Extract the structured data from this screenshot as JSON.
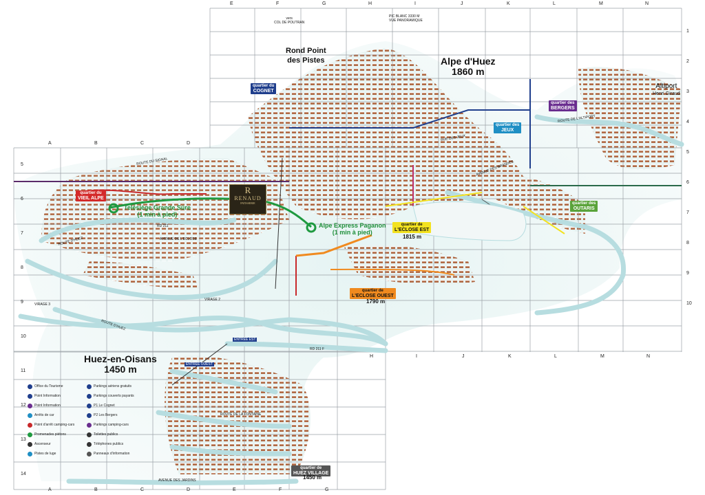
{
  "map": {
    "places": {
      "alpe_dhuez": {
        "name": "Alpe d'Huez",
        "alt": "1860 m"
      },
      "huez_en_oisans": {
        "name": "Huez-en-Oisans",
        "alt": "1450 m"
      },
      "rond_point": {
        "line1": "Rond Point",
        "line2": "des Pistes"
      },
      "altiport": {
        "name": "Altiport",
        "sub": "Henri Giraud"
      }
    },
    "lifts": {
      "telesiege": {
        "line1": "Telésiège Grande Sûre",
        "line2": "(1 min à pied)"
      },
      "alpe_express": {
        "line1": "Alpe Express Paganon",
        "line2": "(1 min à pied)"
      }
    },
    "quartiers": [
      {
        "id": "cognet",
        "small": "quartier du",
        "name": "COGNET",
        "color": "#1f3e8c"
      },
      {
        "id": "bergers",
        "small": "quartier des",
        "name": "BERGERS",
        "color": "#6a2d8f"
      },
      {
        "id": "jeux",
        "small": "quartier des",
        "name": "JEUX",
        "color": "#1f8fc4"
      },
      {
        "id": "vieil_alpe",
        "small": "quartier du",
        "name": "VIEIL ALPE",
        "color": "#d42a2a"
      },
      {
        "id": "outaris",
        "small": "quartier des",
        "name": "OUTARIS",
        "color": "#5aa33a"
      },
      {
        "id": "eclose_est",
        "small": "quartier de",
        "name": "L'ECLOSE EST",
        "color": "#f3e21f"
      },
      {
        "id": "eclose_ouest",
        "small": "quartier de",
        "name": "L'ECLOSE OUEST",
        "color": "#f08a1f"
      },
      {
        "id": "huez_village",
        "small": "quartier de",
        "name": "HUEZ VILLAGE",
        "color": "#555555"
      }
    ],
    "altitudes": {
      "eclose_est": "1815 m",
      "eclose_ouest": "1790 m",
      "huez_village": "1450 m"
    },
    "pic_blanc": {
      "line1": "PIC BLANC 3330 M",
      "line2": "VUE PANORAMIQUE"
    },
    "col": {
      "line1": "vers",
      "line2": "COL DE POUTRAN"
    },
    "roads": {
      "signal": "ROUTE DU SIGNAL",
      "huez1": "ROUTE D'HUEZ",
      "huez2": "ROUTE D'HUEZ",
      "eclose": "AVENUE DE L'ECLOSE",
      "rd211": "RD 211",
      "rd211b": "RD 211 F",
      "jardins": "AVENUE DES JARDINS",
      "altiport": "ROUTE DE L'ALTIPORT",
      "brandes": "AVENUE DES BRANDES",
      "fontaine": "ROUTE DE LA FONTAINE",
      "jeux": "RUE DES JEUX"
    },
    "virages": {
      "v2": "VIRAGE 2",
      "v3": "VIRAGE 3"
    },
    "entrees": {
      "est": "ENTRÉE EST",
      "ouest": "ENTRÉE OUEST"
    },
    "logo": {
      "initial": "R",
      "name": "RENAUD",
      "sub": "PATISSERIE"
    },
    "grid": {
      "cols_top": [
        "E",
        "F",
        "G",
        "H",
        "I",
        "J",
        "K",
        "L",
        "M",
        "N"
      ],
      "cols_mid": [
        "A",
        "B",
        "C",
        "D"
      ],
      "cols_low": [
        "H",
        "I",
        "J",
        "K",
        "L",
        "M",
        "N"
      ],
      "cols_bottom": [
        "A",
        "B",
        "C",
        "D",
        "E",
        "F",
        "G"
      ],
      "rows_right": [
        "1",
        "2",
        "3",
        "4",
        "5",
        "6",
        "7",
        "8",
        "9",
        "10"
      ],
      "rows_left": [
        "5",
        "6",
        "7",
        "8",
        "9",
        "10",
        "11",
        "12",
        "13",
        "14"
      ]
    },
    "legend": {
      "col1": [
        "Office du Tourisme",
        "Point Information",
        "Point Information",
        "Arrêts de car",
        "Point d'arrêt camping-cars",
        "Promenades piétons",
        "Ascenseur",
        "Pistes de luge"
      ],
      "col2": [
        "Parkings aériens gratuits",
        "Parkings couverts payants",
        "P1 Le Cognet",
        "P2 Les Bergers",
        "Parkings camping-cars",
        "Toilettes publics",
        "Téléphones publics",
        "Panneaux d'information"
      ]
    },
    "colors": {
      "snow": "#dcefef",
      "road": "#b7dde0",
      "building": "#b06a45",
      "grid": "#9aa0a6"
    }
  }
}
